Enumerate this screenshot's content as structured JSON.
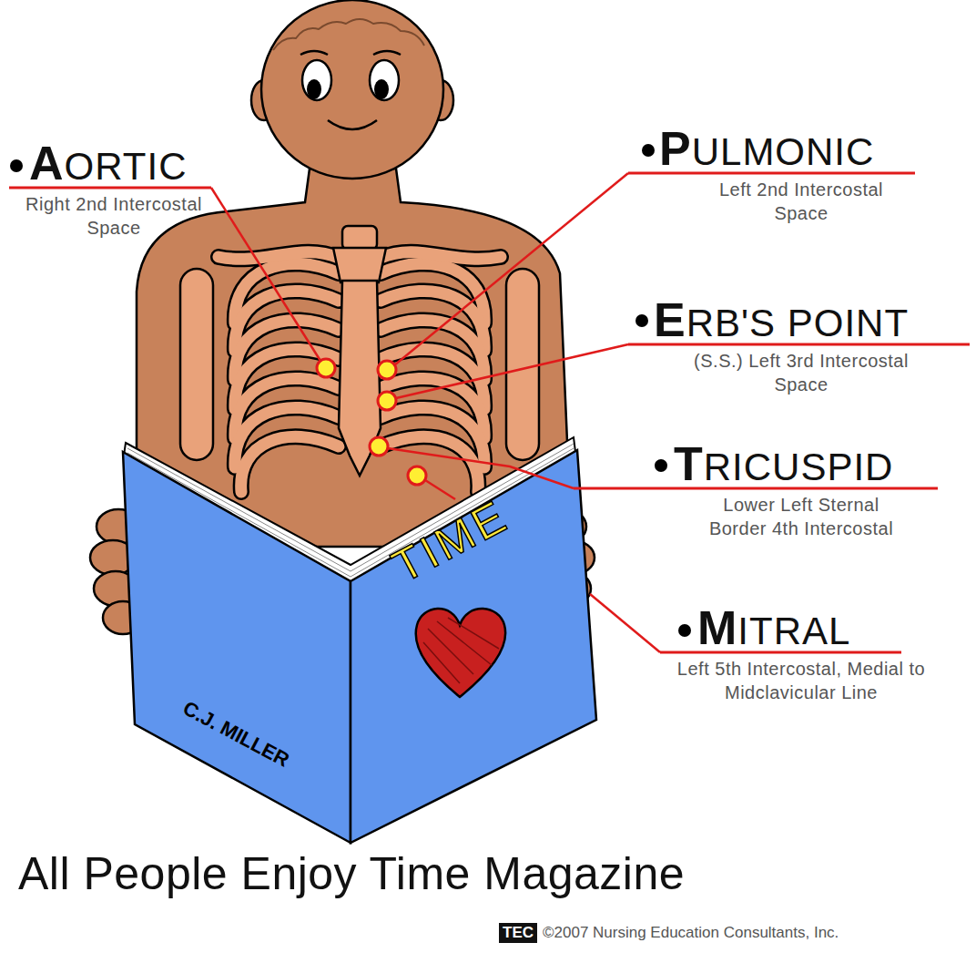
{
  "diagram": {
    "caption": "All People Enjoy Time Magazine",
    "labels": [
      "AORTIC",
      "Right 2nd Intercostal Space",
      "PULMONIC",
      "Left 2nd Intercostal Space",
      "ERB'S POINT",
      "(S.S.) Left 3rd Intercostal Space",
      "TRICUSPID",
      "Lower Left Sternal Border 4th Intercostal",
      "MITRAL",
      "Left 5th Intercostal, Medial to Midclavicular Line",
      "TIME",
      "C.J. MILLER",
      "TEC",
      "©2007 Nursing Education Consultants, Inc."
    ]
  }
}
